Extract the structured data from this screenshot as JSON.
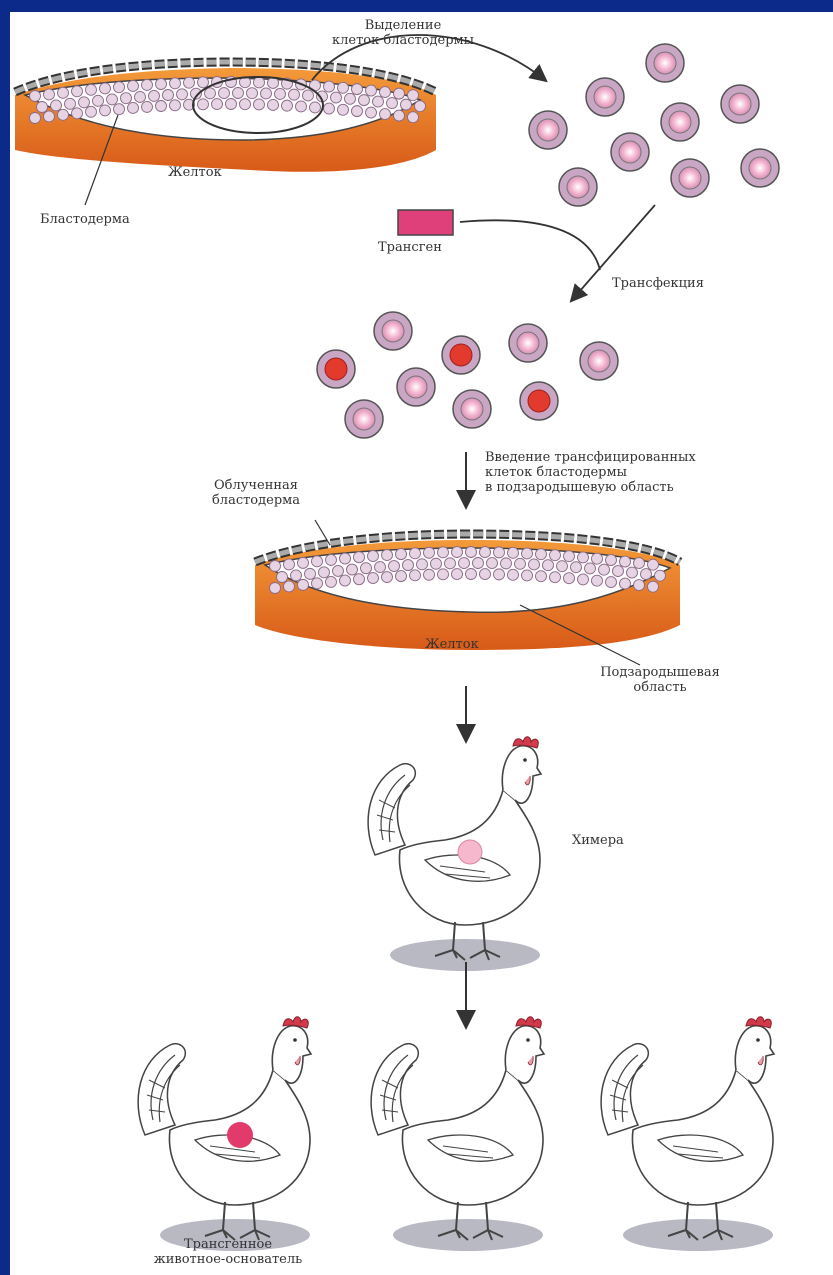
{
  "labels": {
    "extraction": "Выделение\nклеток бластодермы",
    "yolk_top": "Желток",
    "blastoderm": "Бластодерма",
    "transgene": "Трансген",
    "transfection": "Трансфекция",
    "injection": "Введение трансфицированных\nклеток бластодермы\nв подзародышевую область",
    "irradiated": "Облученная\nбластодерма",
    "yolk_bottom": "Желток",
    "subgerminal": "Подзародышевая\nобласть",
    "chimera": "Химера",
    "founder": "Трансгенное\nживотное-основатель"
  },
  "colors": {
    "background": "#0b2a8a",
    "yolk": "#e8782a",
    "cell_ring": "#c7a3c0",
    "cell_center": "#f6c0d8",
    "transgene": "#e0407a",
    "transfected_center": "#e23030",
    "comb": "#d23a4a"
  }
}
